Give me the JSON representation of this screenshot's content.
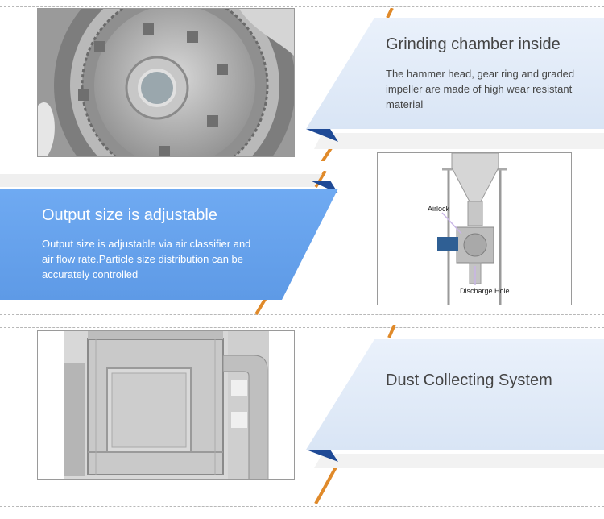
{
  "sections": [
    {
      "title": "Grinding chamber inside",
      "body": "The hammer head, gear ring and graded impeller are made of high wear resistant material",
      "image_alt": "Grinding chamber interior photo"
    },
    {
      "title": "Output size is adjustable",
      "body": "Output size is adjustable via air classifier and air flow rate.Particle size distribution can be accurately controlled",
      "image_labels": {
        "airlock": "Airlock",
        "discharge": "Discharge Hole"
      }
    },
    {
      "title": "Dust Collecting System",
      "body": "",
      "image_alt": "Dust collector cabinet photo"
    }
  ],
  "colors": {
    "light_panel": "#e3ecf8",
    "blue_panel": "#68a6f0",
    "navy_accent": "#1f4a96",
    "orange_accent": "#e08a2a",
    "text_dark": "#444444",
    "text_light": "#ffffff"
  }
}
